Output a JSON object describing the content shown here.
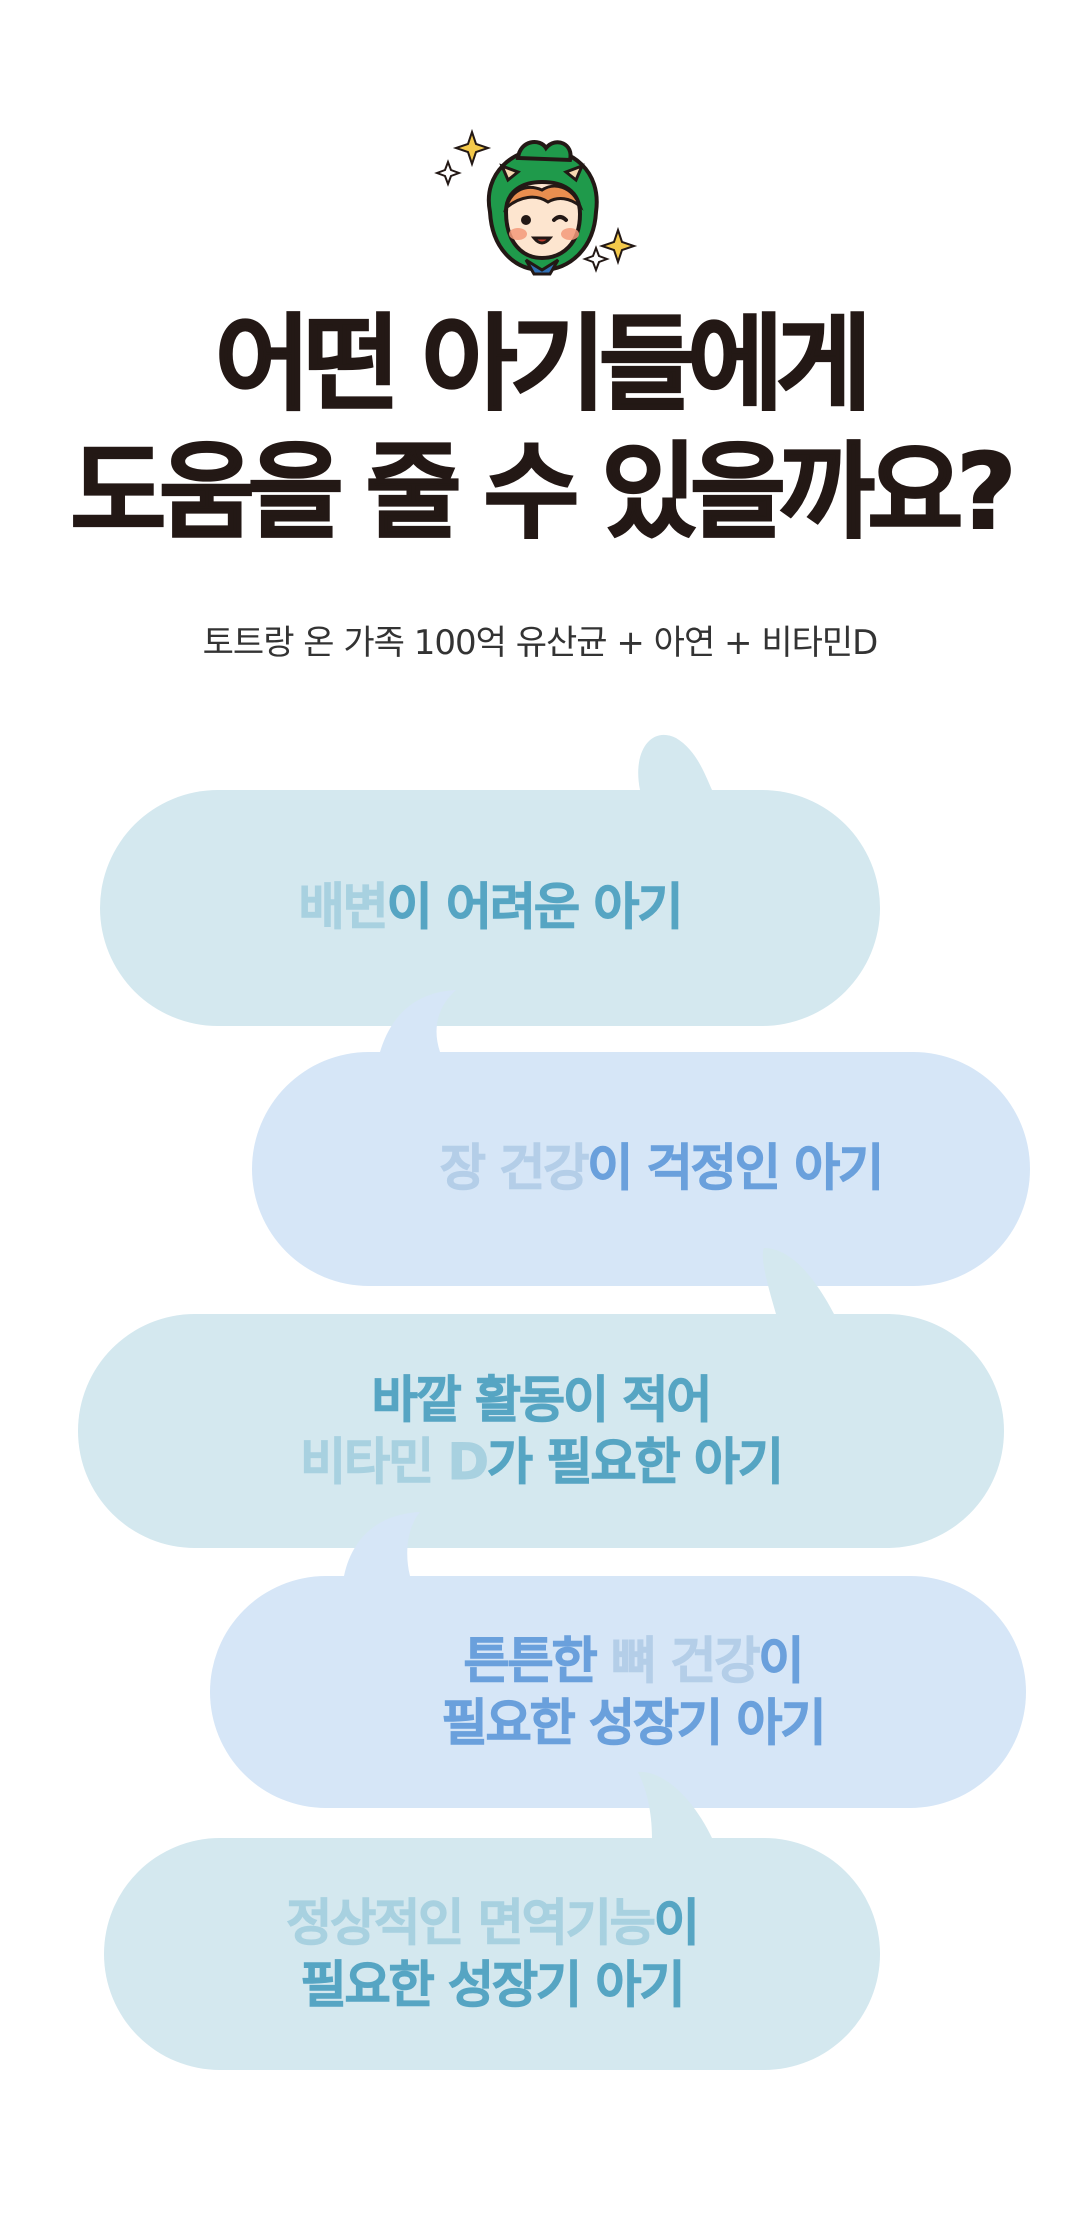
{
  "header": {
    "mascot": "winking-kid-in-green-hood",
    "title_line1": "어떤 아기들에게",
    "title_line2": "도움을 줄 수 있을까요?",
    "subtitle": "토트랑 온 가족 100억 유산균 + 아연 + 비타민D"
  },
  "bubbles": [
    {
      "lines": [
        {
          "soft": "배변",
          "strong": "이 어려운 아기"
        }
      ]
    },
    {
      "lines": [
        {
          "soft": "장 건강",
          "strong": "이 걱정인 아기"
        }
      ]
    },
    {
      "lines": [
        {
          "strong": "바깥 활동이 적어"
        },
        {
          "soft": "비타민 D",
          "strong": "가 필요한 아기"
        }
      ]
    },
    {
      "lines": [
        {
          "strong": "튼튼한 ",
          "soft": "뼈 건강",
          "strong2": "이"
        },
        {
          "strong": "필요한 성장기 아기"
        }
      ]
    },
    {
      "lines": [
        {
          "soft": "정상적인 면역기능",
          "strong": "이"
        },
        {
          "strong": "필요한 성장기 아기"
        }
      ]
    }
  ],
  "colors": {
    "title": "#231815",
    "subtitle": "#333333",
    "bubble_teal": "#d4e8ef",
    "bubble_blue": "#d6e6f7",
    "text_teal": "#56a5c3",
    "text_teal_soft": "#a8d1e0",
    "text_blue": "#6aa0dc",
    "text_blue_soft": "#b4cee8",
    "mascot_hood": "#1f9a4b",
    "mascot_hair": "#e98e4f",
    "sparkle": "#f4c94a"
  }
}
